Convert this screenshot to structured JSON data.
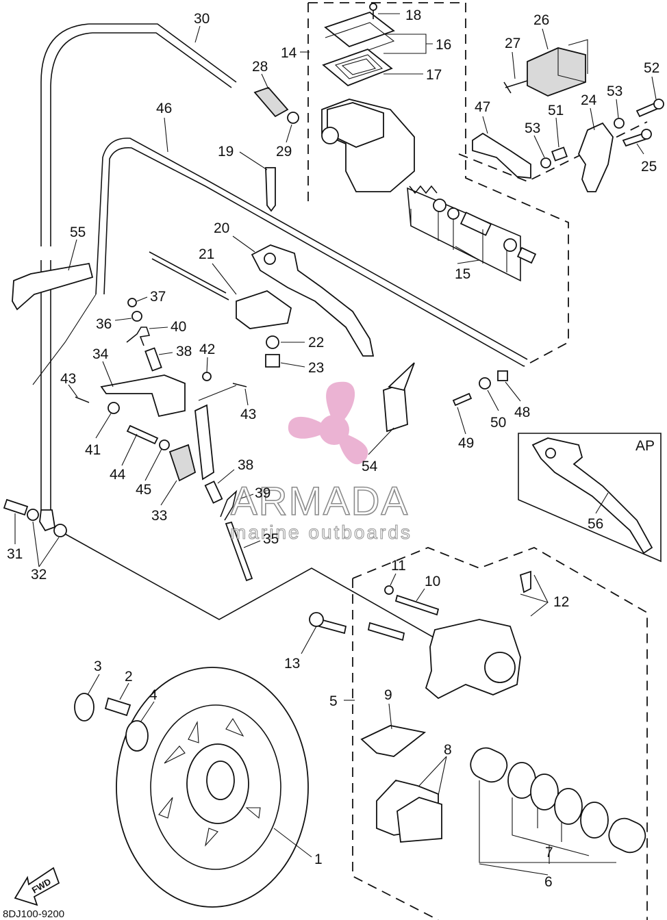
{
  "watermark": {
    "title": "ARMADA",
    "subtitle": "marine outboards",
    "logo_color": "#e8a6cc"
  },
  "diagram_code": "8DJ100-9200",
  "fwd_label": "FWD",
  "ap_label": "AP",
  "callouts": {
    "c1": "1",
    "c2": "2",
    "c3": "3",
    "c4": "4",
    "c5": "5",
    "c6": "6",
    "c7": "7",
    "c8": "8",
    "c9": "9",
    "c10": "10",
    "c11": "11",
    "c12": "12",
    "c13": "13",
    "c14": "14",
    "c15": "15",
    "c16": "16",
    "c17": "17",
    "c18": "18",
    "c19": "19",
    "c20": "20",
    "c21": "21",
    "c22": "22",
    "c23": "23",
    "c24": "24",
    "c25": "25",
    "c26": "26",
    "c27": "27",
    "c28": "28",
    "c29": "29",
    "c30": "30",
    "c31": "31",
    "c32": "32",
    "c33": "33",
    "c34": "34",
    "c35": "35",
    "c36": "36",
    "c37": "37",
    "c38a": "38",
    "c38b": "38",
    "c39": "39",
    "c40": "40",
    "c41": "41",
    "c42": "42",
    "c43a": "43",
    "c43b": "43",
    "c44": "44",
    "c45": "45",
    "c46": "46",
    "c47": "47",
    "c48": "48",
    "c49": "49",
    "c50": "50",
    "c51": "51",
    "c52": "52",
    "c53a": "53",
    "c53b": "53",
    "c54": "54",
    "c55": "55",
    "c56": "56"
  }
}
